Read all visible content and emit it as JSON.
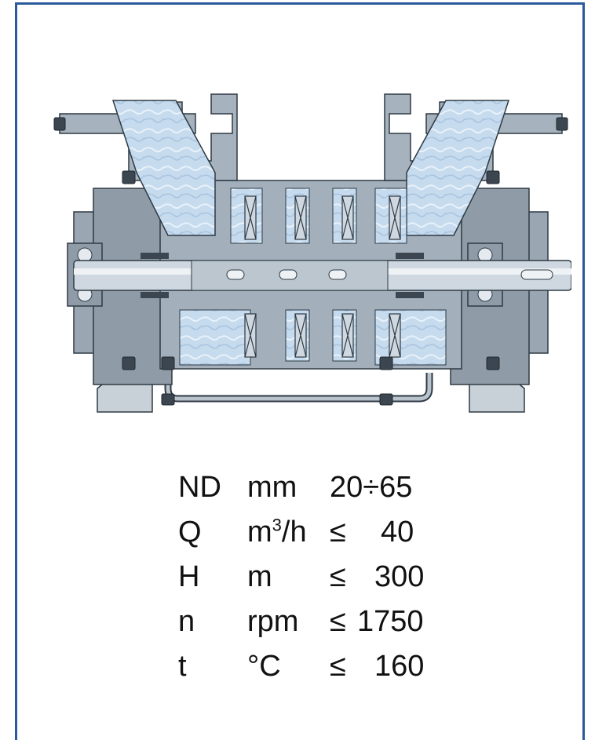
{
  "colors": {
    "frame": "#2a5a9c",
    "casing": "#9aa7b2",
    "casing_dark": "#6f7f8c",
    "fluid": "#c6dbee",
    "shaft": "#cfd8e0",
    "bolt": "#3c4650",
    "outline": "#2e3a44"
  },
  "specs": [
    {
      "symbol": "ND",
      "unit": "mm",
      "condition": "",
      "value": "20÷65"
    },
    {
      "symbol": "Q",
      "unit_base": "m",
      "unit_sup": "3",
      "unit_tail": "/h",
      "condition": "≤",
      "value": "40"
    },
    {
      "symbol": "H",
      "unit": "m",
      "condition": "≤",
      "value": "300"
    },
    {
      "symbol": "n",
      "unit": "rpm",
      "condition": "≤",
      "value": "1750"
    },
    {
      "symbol": "t",
      "unit": "°C",
      "condition": "≤",
      "value": "160"
    }
  ]
}
